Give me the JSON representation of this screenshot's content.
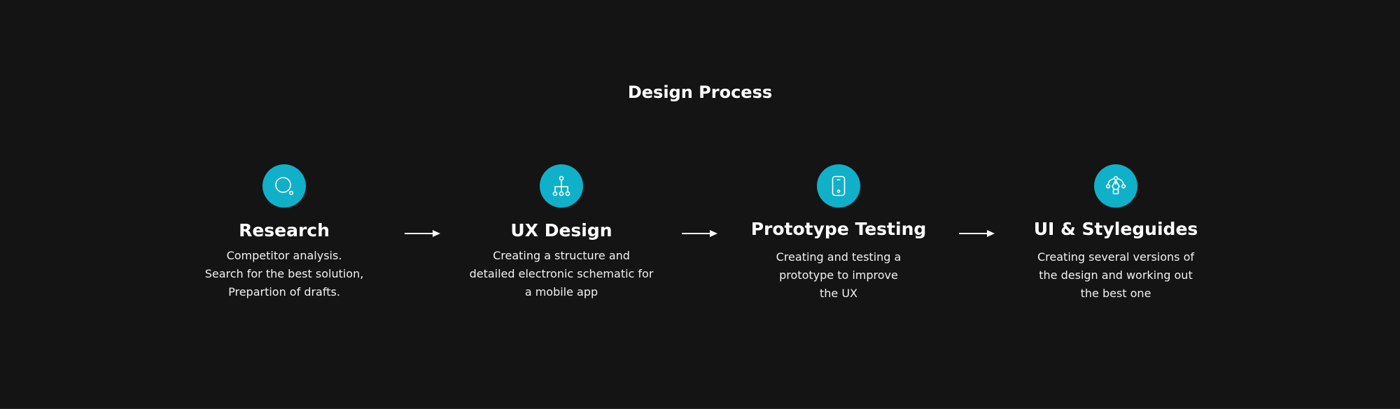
{
  "title": "Design Process",
  "accent_color": "#10b0c8",
  "background_color": "#141414",
  "steps": [
    {
      "icon": "search-icon",
      "heading": "Research",
      "lines": [
        "Competitor analysis.",
        "Search for the best solution,",
        "Prepartion of drafts."
      ]
    },
    {
      "icon": "sitemap-icon",
      "heading": "UX Design",
      "lines": [
        "Creating a structure and",
        "detailed electronic schematic for",
        "a mobile app"
      ]
    },
    {
      "icon": "tablet-icon",
      "heading": "Prototype Testing",
      "lines": [
        "Creating and testing a",
        "prototype to improve",
        "the UX"
      ]
    },
    {
      "icon": "bezier-pen-icon",
      "heading": "UI & Styleguides",
      "lines": [
        "Creating several versions of",
        "the design and working out",
        "the best one"
      ]
    }
  ]
}
